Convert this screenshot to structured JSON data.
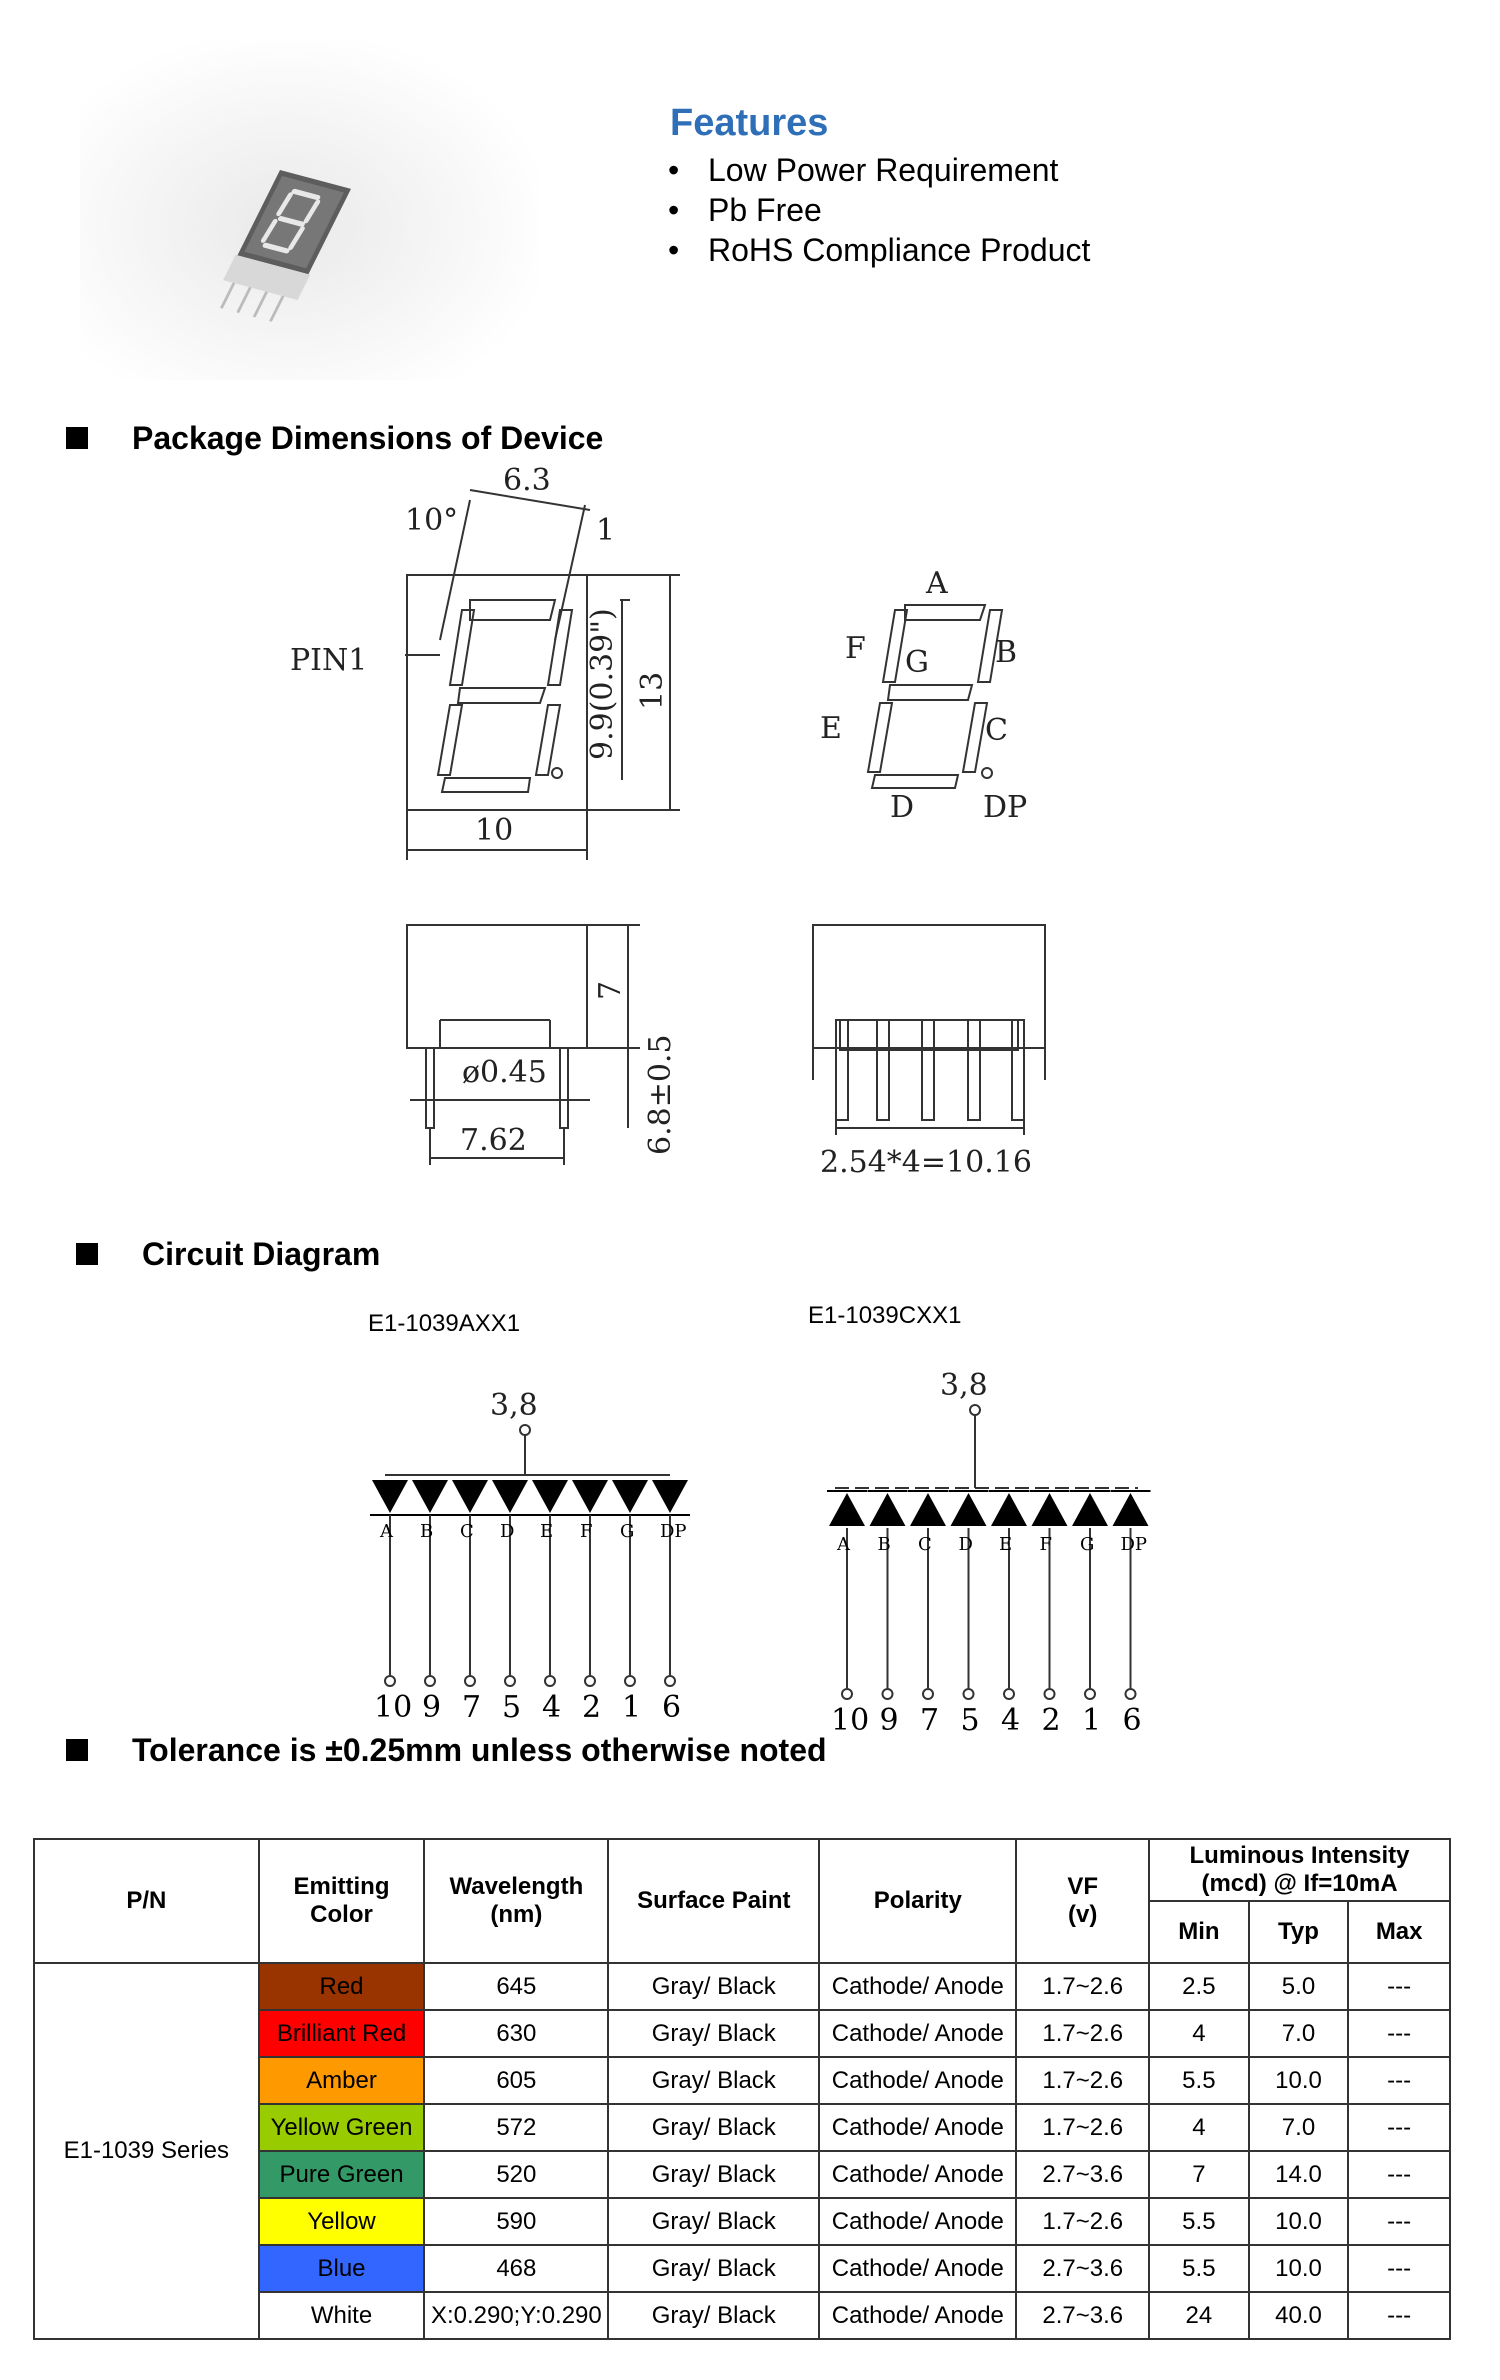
{
  "features": {
    "title": "Features",
    "items": [
      "Low Power Requirement",
      "Pb Free",
      "RoHS Compliance Product"
    ],
    "bullet": "•"
  },
  "sections": {
    "package": "Package Dimensions of Device",
    "circuit": "Circuit Diagram",
    "tolerance": "Tolerance is ±0.25mm unless otherwise noted"
  },
  "drawing": {
    "pin1_label": "PIN1",
    "angle": "10°",
    "width_top": "6.3",
    "offset": "1",
    "height_inner": "9.9(0.39\")",
    "height_total": "13",
    "width_total": "10",
    "segment_labels": [
      "A",
      "B",
      "C",
      "D",
      "E",
      "F",
      "G",
      "DP"
    ],
    "pin_diameter": "ø0.45",
    "pin_spacing": "7.62",
    "body_height": "7",
    "pin_length": "6.8±0.5",
    "pin_pitch": "2.54*4=10.16"
  },
  "circuits": [
    {
      "part": "E1-1039AXX1",
      "common_pins": "3,8",
      "segments": [
        "A",
        "B",
        "C",
        "D",
        "E",
        "F",
        "G",
        "DP"
      ],
      "pins": [
        "10",
        "9",
        "7",
        "5",
        "4",
        "2",
        "1",
        "6"
      ]
    },
    {
      "part": "E1-1039CXX1",
      "common_pins": "3,8",
      "segments": [
        "A",
        "B",
        "C",
        "D",
        "E",
        "F",
        "G",
        "DP"
      ],
      "pins": [
        "10",
        "9",
        "7",
        "5",
        "4",
        "2",
        "1",
        "6"
      ]
    }
  ],
  "table": {
    "headers": {
      "pn": "P/N",
      "color": "Emitting Color",
      "wavelength": "Wavelength (nm)",
      "paint": "Surface Paint",
      "polarity": "Polarity",
      "vf": "VF (v)",
      "luminous": "Luminous Intensity (mcd) @ If=10mA",
      "min": "Min",
      "typ": "Typ",
      "max": "Max"
    },
    "series": "E1-1039 Series",
    "rows": [
      {
        "color": "Red",
        "bg": "#993300",
        "wavelength": "645",
        "paint": "Gray/ Black",
        "polarity": "Cathode/ Anode",
        "vf": "1.7~2.6",
        "min": "2.5",
        "typ": "5.0",
        "max": "---"
      },
      {
        "color": "Brilliant Red",
        "bg": "#ff0000",
        "wavelength": "630",
        "paint": "Gray/ Black",
        "polarity": "Cathode/ Anode",
        "vf": "1.7~2.6",
        "min": "4",
        "typ": "7.0",
        "max": "---"
      },
      {
        "color": "Amber",
        "bg": "#ff9900",
        "wavelength": "605",
        "paint": "Gray/ Black",
        "polarity": "Cathode/ Anode",
        "vf": "1.7~2.6",
        "min": "5.5",
        "typ": "10.0",
        "max": "---"
      },
      {
        "color": "Yellow Green",
        "bg": "#99cc00",
        "wavelength": "572",
        "paint": "Gray/ Black",
        "polarity": "Cathode/ Anode",
        "vf": "1.7~2.6",
        "min": "4",
        "typ": "7.0",
        "max": "---"
      },
      {
        "color": "Pure Green",
        "bg": "#339966",
        "wavelength": "520",
        "paint": "Gray/ Black",
        "polarity": "Cathode/ Anode",
        "vf": "2.7~3.6",
        "min": "7",
        "typ": "14.0",
        "max": "---"
      },
      {
        "color": "Yellow",
        "bg": "#ffff00",
        "wavelength": "590",
        "paint": "Gray/ Black",
        "polarity": "Cathode/ Anode",
        "vf": "1.7~2.6",
        "min": "5.5",
        "typ": "10.0",
        "max": "---"
      },
      {
        "color": "Blue",
        "bg": "#3366ff",
        "wavelength": "468",
        "paint": "Gray/ Black",
        "polarity": "Cathode/ Anode",
        "vf": "2.7~3.6",
        "min": "5.5",
        "typ": "10.0",
        "max": "---"
      },
      {
        "color": "White",
        "bg": "#ffffff",
        "wavelength": "X:0.290;Y:0.290",
        "paint": "Gray/ Black",
        "polarity": "Cathode/ Anode",
        "vf": "2.7~3.6",
        "min": "24",
        "typ": "40.0",
        "max": "---"
      }
    ]
  }
}
